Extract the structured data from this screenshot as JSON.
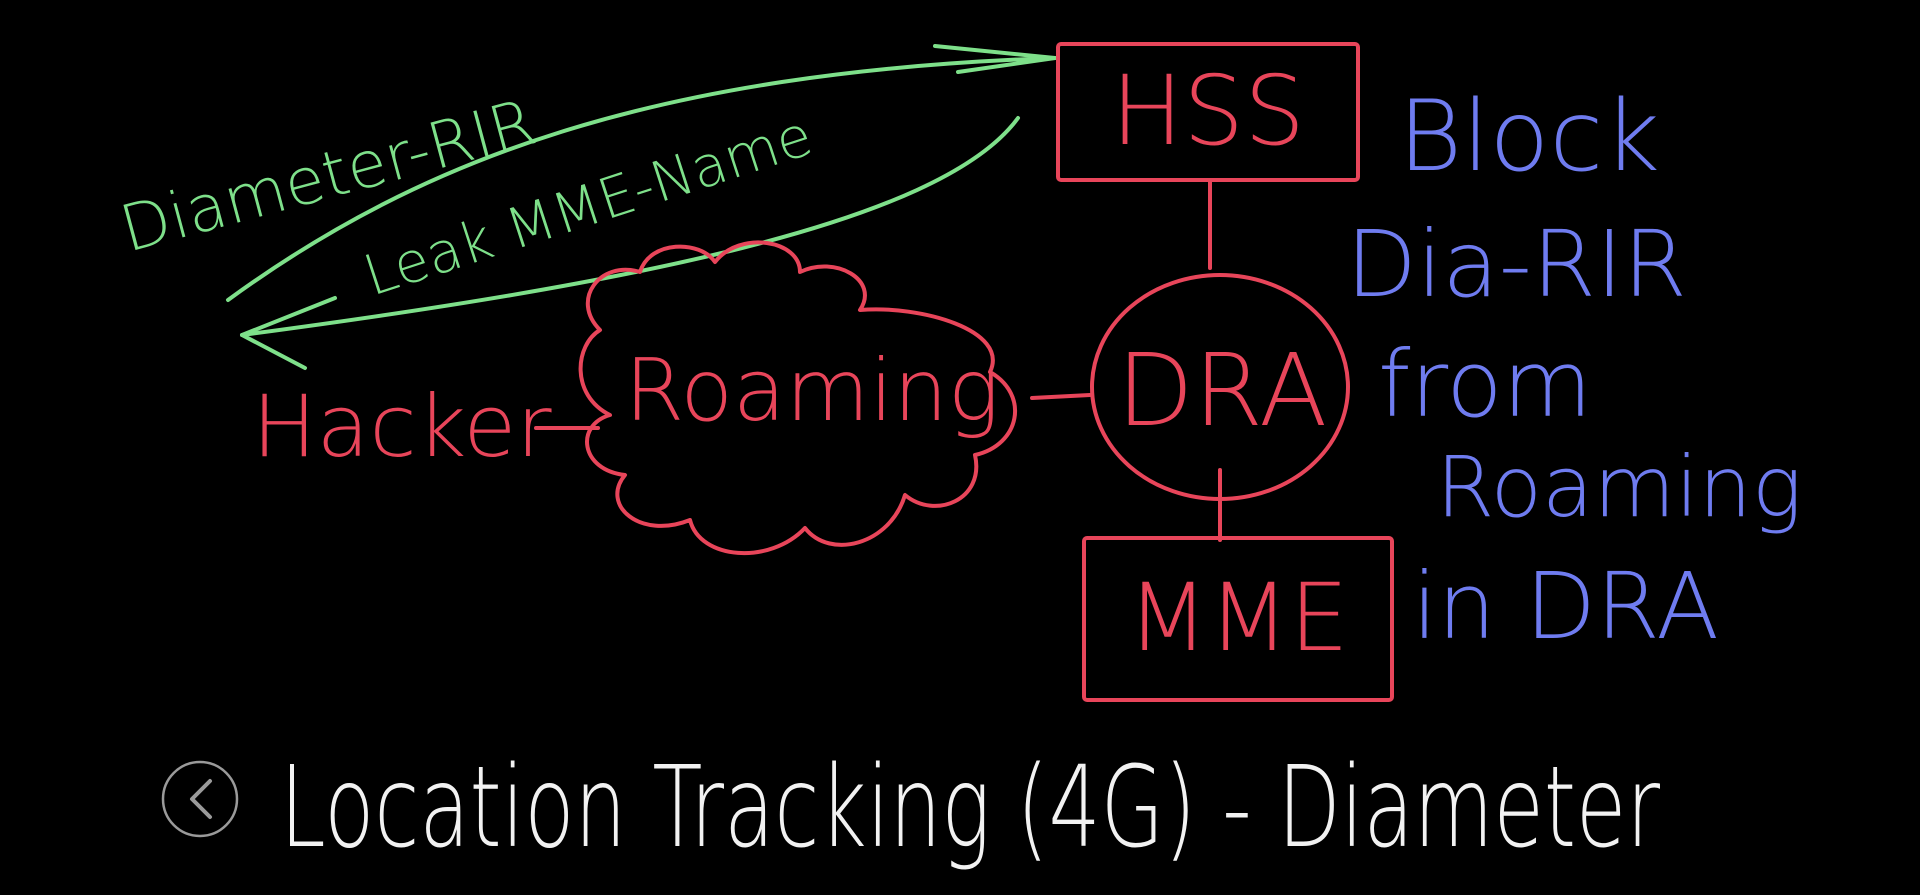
{
  "nodes": {
    "hss": "HSS",
    "dra": "DRA",
    "mme": "MME",
    "roaming": "Roaming",
    "hacker": "Hacker"
  },
  "arrows": {
    "request": "Diameter-RIR",
    "response": "Leak MME-Name"
  },
  "note": {
    "line1": "Block",
    "line2": "Dia-RIR",
    "line3": "from",
    "line4": "Roaming",
    "line5": "in DRA"
  },
  "caption": "Location Tracking (4G) - Diameter",
  "icons": {
    "back": "chevron-left-icon"
  },
  "colors": {
    "background": "#000000",
    "network": "#e8455a",
    "arrows": "#7ee08a",
    "note": "#6f7cf0",
    "caption": "#f2f2f2",
    "button": "#9a9a9a"
  }
}
